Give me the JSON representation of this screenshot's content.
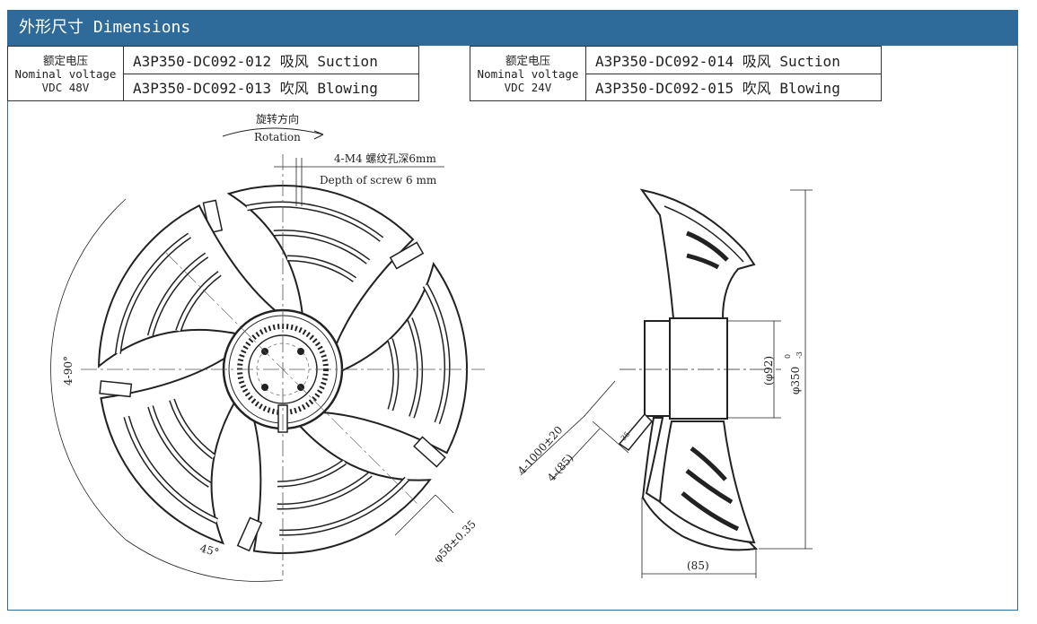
{
  "header": {
    "title": "外形尺寸 Dimensions"
  },
  "spec_tables": [
    {
      "voltage_cn": "额定电压",
      "voltage_en": "Nominal voltage",
      "voltage_value": "VDC 48V",
      "models": [
        "A3P350-DC092-012 吸风 Suction",
        "A3P350-DC092-013 吹风 Blowing"
      ]
    },
    {
      "voltage_cn": "额定电压",
      "voltage_en": "Nominal voltage",
      "voltage_value": "VDC 24V",
      "models": [
        "A3P350-DC092-014 吸风 Suction",
        "A3P350-DC092-015 吹风 Blowing"
      ]
    }
  ],
  "drawing": {
    "rotation_cn": "旋转方向",
    "rotation_en": "Rotation",
    "screw_cn": "4-M4 螺纹孔深6mm",
    "screw_en": "Depth of screw 6 mm",
    "angle_90": "4-90°",
    "angle_45": "45°",
    "bolt_circle": "φ58±0.35",
    "hub_dia": "(φ92)",
    "outer_dia": "φ350",
    "outer_tol_upper": "0",
    "outer_tol_lower": "-3",
    "cable_length": "4-1000±20",
    "cable_strip": "4-(85)",
    "cable_tip": "35",
    "depth": "(85)"
  },
  "colors": {
    "header_bg": "#2e6a9a",
    "line": "#222222"
  }
}
